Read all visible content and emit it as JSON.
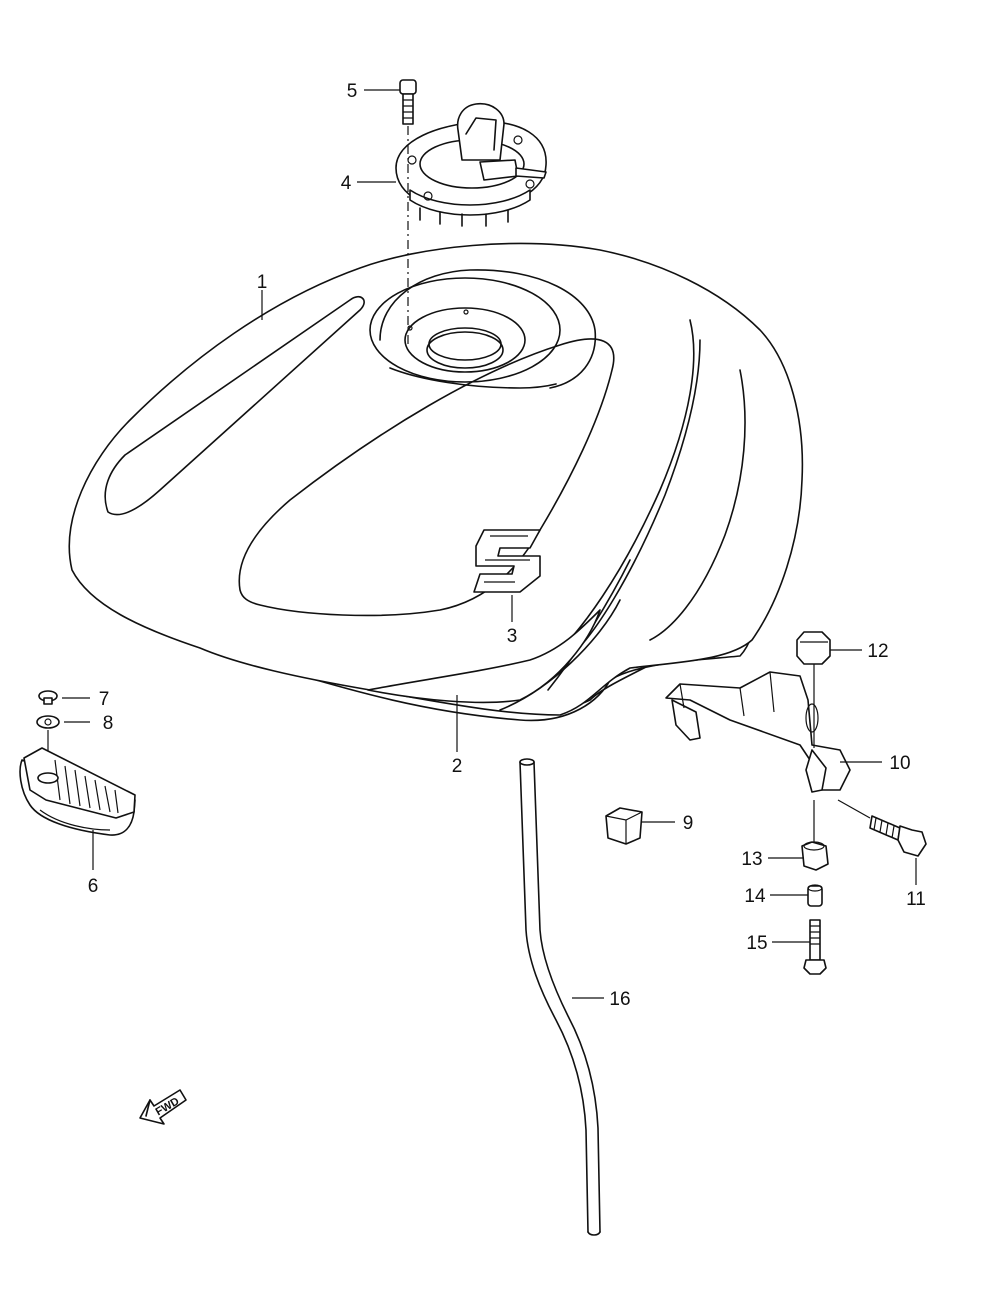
{
  "callouts": [
    {
      "id": "1",
      "label": "1"
    },
    {
      "id": "2",
      "label": "2"
    },
    {
      "id": "3",
      "label": "3"
    },
    {
      "id": "4",
      "label": "4"
    },
    {
      "id": "5",
      "label": "5"
    },
    {
      "id": "6",
      "label": "6"
    },
    {
      "id": "7",
      "label": "7"
    },
    {
      "id": "8",
      "label": "8"
    },
    {
      "id": "9",
      "label": "9"
    },
    {
      "id": "10",
      "label": "10"
    },
    {
      "id": "11",
      "label": "11"
    },
    {
      "id": "12",
      "label": "12"
    },
    {
      "id": "13",
      "label": "13"
    },
    {
      "id": "14",
      "label": "14"
    },
    {
      "id": "15",
      "label": "15"
    },
    {
      "id": "16",
      "label": "16"
    }
  ],
  "fwd_badge": "FWD",
  "icons": [
    "fuel-tank-icon",
    "fuel-cap-icon",
    "bolt-icon",
    "emblem-icon",
    "heat-shield-icon",
    "bracket-icon",
    "hose-icon",
    "fwd-arrow-icon"
  ]
}
